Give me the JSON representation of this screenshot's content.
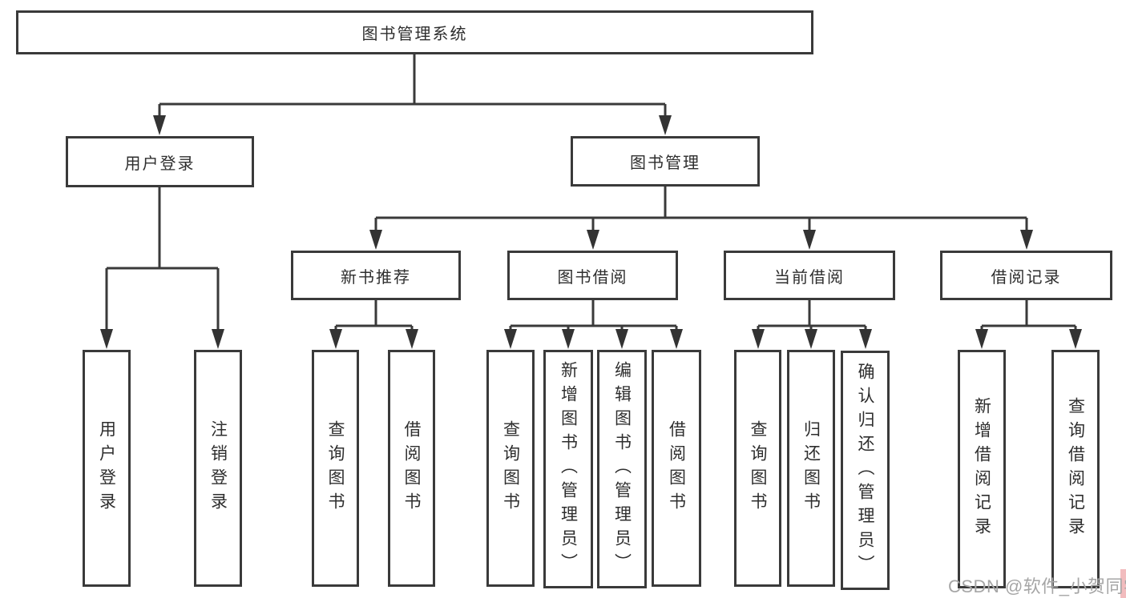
{
  "root_label": "图书管理系统",
  "level2": {
    "user_login": "用户登录",
    "book_management": "图书管理"
  },
  "level3": {
    "new_book_recommend": "新书推荐",
    "book_borrowing": "图书借阅",
    "current_borrowing": "当前借阅",
    "borrowing_records": "借阅记录"
  },
  "leaves": {
    "user_login": [
      "用户登录",
      "注销登录"
    ],
    "new_book_recommend": [
      "查询图书",
      "借阅图书"
    ],
    "book_borrowing": [
      "查询图书",
      "新增图书（管理员）",
      "编辑图书（管理员）",
      "借阅图书"
    ],
    "current_borrowing": [
      "查询图书",
      "归还图书",
      "确认归还（管理员）"
    ],
    "borrowing_records": [
      "新增借阅记录",
      "查询借阅记录"
    ]
  },
  "watermark": "CSDN @软件_小贺同学",
  "colors": {
    "line": "#3a3a3a",
    "text": "#2e2e2e",
    "box_fill": "#ffffff",
    "watermark_text": "#a6a6a6",
    "watermark_strip": "#f2bcbe",
    "background": "#ffffff"
  }
}
